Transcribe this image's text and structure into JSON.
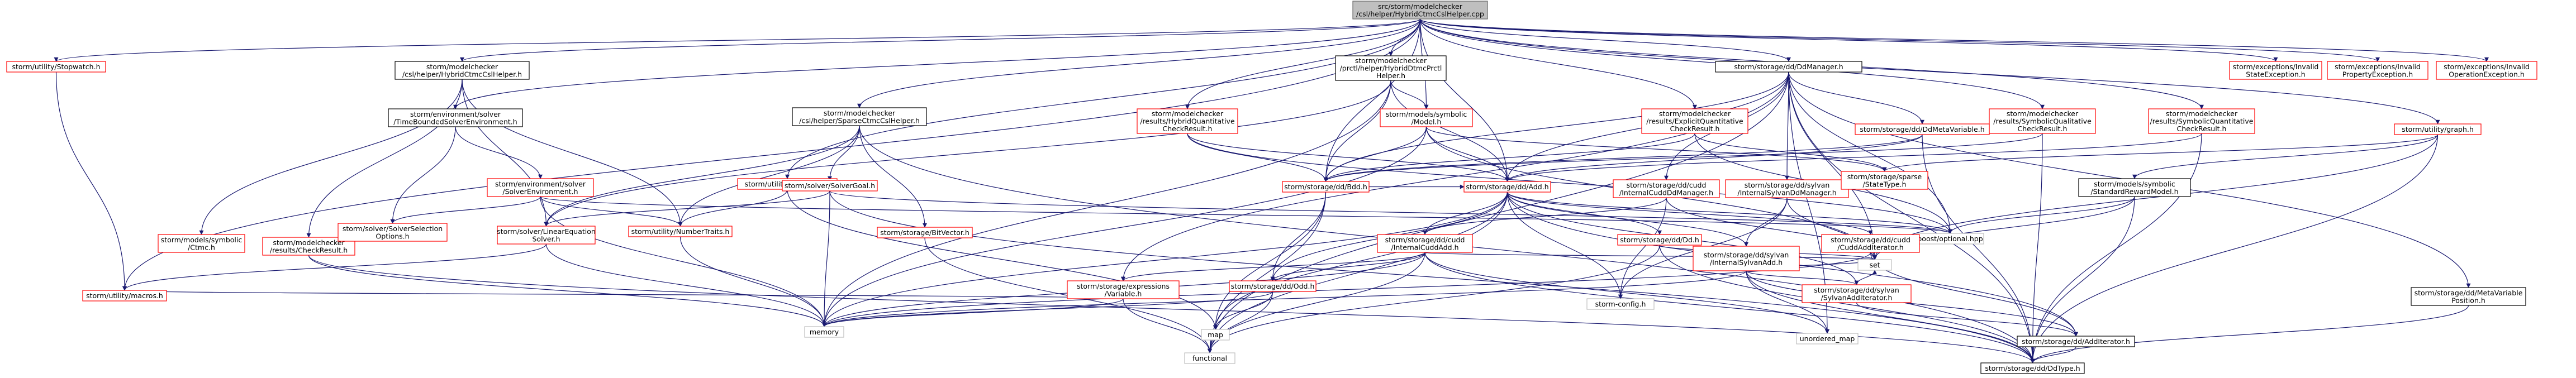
{
  "nodes": [
    {
      "id": "root",
      "lines": [
        "src/storm/modelchecker",
        "/csl/helper/HybridCtmcCslHelper.cpp"
      ],
      "style": "gray"
    },
    {
      "id": "stopwatch",
      "lines": [
        "storm/utility/Stopwatch.h"
      ],
      "style": "red"
    },
    {
      "id": "hcch",
      "lines": [
        "storm/modelchecker",
        "/csl/helper/HybridCtmcCslHelper.h"
      ],
      "style": "black"
    },
    {
      "id": "tbse",
      "lines": [
        "storm/environment/solver",
        "/TimeBoundedSolverEnvironment.h"
      ],
      "style": "black"
    },
    {
      "id": "scch",
      "lines": [
        "storm/modelchecker",
        "/csl/helper/SparseCtmcCslHelper.h"
      ],
      "style": "black"
    },
    {
      "id": "hdpch",
      "lines": [
        "storm/modelchecker",
        "/prctl/helper/HybridDtmcPrctl",
        "Helper.h"
      ],
      "style": "black"
    },
    {
      "id": "hqcr",
      "lines": [
        "storm/modelchecker",
        "/results/HybridQuantitative",
        "CheckResult.h"
      ],
      "style": "red"
    },
    {
      "id": "constants",
      "lines": [
        "storm/utility/constants.h"
      ],
      "style": "red"
    },
    {
      "id": "symmodel",
      "lines": [
        "storm/models/symbolic",
        "/Model.h"
      ],
      "style": "red"
    },
    {
      "id": "ddmanager",
      "lines": [
        "storm/storage/dd/DdManager.h"
      ],
      "style": "black"
    },
    {
      "id": "eqcr",
      "lines": [
        "storm/modelchecker",
        "/results/ExplicitQuantitative",
        "CheckResult.h"
      ],
      "style": "red"
    },
    {
      "id": "sqcr1",
      "lines": [
        "storm/modelchecker",
        "/results/SymbolicQualitative",
        "CheckResult.h"
      ],
      "style": "red"
    },
    {
      "id": "sqcr2",
      "lines": [
        "storm/modelchecker",
        "/results/SymbolicQuantitative",
        "CheckResult.h"
      ],
      "style": "red"
    },
    {
      "id": "ddmeta",
      "lines": [
        "storm/storage/dd/DdMetaVariable.h"
      ],
      "style": "red"
    },
    {
      "id": "graph",
      "lines": [
        "storm/utility/graph.h"
      ],
      "style": "red"
    },
    {
      "id": "exstate",
      "lines": [
        "storm/exceptions/Invalid",
        "StateException.h"
      ],
      "style": "red"
    },
    {
      "id": "exprop",
      "lines": [
        "storm/exceptions/Invalid",
        "PropertyException.h"
      ],
      "style": "red"
    },
    {
      "id": "exop",
      "lines": [
        "storm/exceptions/Invalid",
        "OperationException.h"
      ],
      "style": "red"
    },
    {
      "id": "symctmc",
      "lines": [
        "storm/models/symbolic",
        "/Ctmc.h"
      ],
      "style": "red"
    },
    {
      "id": "checkresult",
      "lines": [
        "storm/modelchecker",
        "/results/CheckResult.h"
      ],
      "style": "red"
    },
    {
      "id": "macros",
      "lines": [
        "storm/utility/macros.h"
      ],
      "style": "red"
    },
    {
      "id": "solverenv",
      "lines": [
        "storm/environment/solver",
        "/SolverEnvironment.h"
      ],
      "style": "red"
    },
    {
      "id": "solveropts",
      "lines": [
        "storm/solver/SolverSelection",
        "Options.h"
      ],
      "style": "red"
    },
    {
      "id": "linsolver",
      "lines": [
        "storm/solver/LinearEquation",
        "Solver.h"
      ],
      "style": "red"
    },
    {
      "id": "numtraits",
      "lines": [
        "storm/utility/NumberTraits.h"
      ],
      "style": "red"
    },
    {
      "id": "solvergoal",
      "lines": [
        "storm/solver/SolverGoal.h"
      ],
      "style": "red"
    },
    {
      "id": "bitvector",
      "lines": [
        "storm/storage/BitVector.h"
      ],
      "style": "red"
    },
    {
      "id": "bdd",
      "lines": [
        "storm/storage/dd/Bdd.h"
      ],
      "style": "red"
    },
    {
      "id": "add",
      "lines": [
        "storm/storage/dd/Add.h"
      ],
      "style": "red"
    },
    {
      "id": "cuddmgr",
      "lines": [
        "storm/storage/dd/cudd",
        "/InternalCuddDdManager.h"
      ],
      "style": "red"
    },
    {
      "id": "sylvanmgr",
      "lines": [
        "storm/storage/dd/sylvan",
        "/InternalSylvanDdManager.h"
      ],
      "style": "red"
    },
    {
      "id": "statetype",
      "lines": [
        "storm/storage/sparse",
        "/StateType.h"
      ],
      "style": "red"
    },
    {
      "id": "rewardmodel",
      "lines": [
        "storm/models/symbolic",
        "/StandardRewardModel.h"
      ],
      "style": "black"
    },
    {
      "id": "optional",
      "lines": [
        "boost/optional.hpp"
      ],
      "style": "gray2"
    },
    {
      "id": "cuddadd",
      "lines": [
        "storm/storage/dd/cudd",
        "/InternalCuddAdd.h"
      ],
      "style": "red"
    },
    {
      "id": "dd",
      "lines": [
        "storm/storage/dd/Dd.h"
      ],
      "style": "red"
    },
    {
      "id": "sylvanadd",
      "lines": [
        "storm/storage/dd/sylvan",
        "/InternalSylvanAdd.h"
      ],
      "style": "red"
    },
    {
      "id": "cuddaddit",
      "lines": [
        "storm/storage/dd/cudd",
        "/CuddAddIterator.h"
      ],
      "style": "red"
    },
    {
      "id": "sylvanaddit",
      "lines": [
        "storm/storage/dd/sylvan",
        "/SylvanAddIterator.h"
      ],
      "style": "red"
    },
    {
      "id": "exprvar",
      "lines": [
        "storm/storage/expressions",
        "/Variable.h"
      ],
      "style": "red"
    },
    {
      "id": "odd",
      "lines": [
        "storm/storage/dd/Odd.h"
      ],
      "style": "red"
    },
    {
      "id": "stormconfig",
      "lines": [
        "storm-config.h"
      ],
      "style": "gray2"
    },
    {
      "id": "set",
      "lines": [
        "set"
      ],
      "style": "gray2"
    },
    {
      "id": "metavarpos",
      "lines": [
        "storm/storage/dd/MetaVariable",
        "Position.h"
      ],
      "style": "black"
    },
    {
      "id": "memory",
      "lines": [
        "memory"
      ],
      "style": "gray2"
    },
    {
      "id": "map",
      "lines": [
        "map"
      ],
      "style": "gray2"
    },
    {
      "id": "functional",
      "lines": [
        "functional"
      ],
      "style": "gray2"
    },
    {
      "id": "unorderedmap",
      "lines": [
        "unordered_map"
      ],
      "style": "gray2"
    },
    {
      "id": "additerator",
      "lines": [
        "storm/storage/dd/AddIterator.h"
      ],
      "style": "black"
    },
    {
      "id": "ddtype",
      "lines": [
        "storm/storage/dd/DdType.h"
      ],
      "style": "black"
    }
  ]
}
